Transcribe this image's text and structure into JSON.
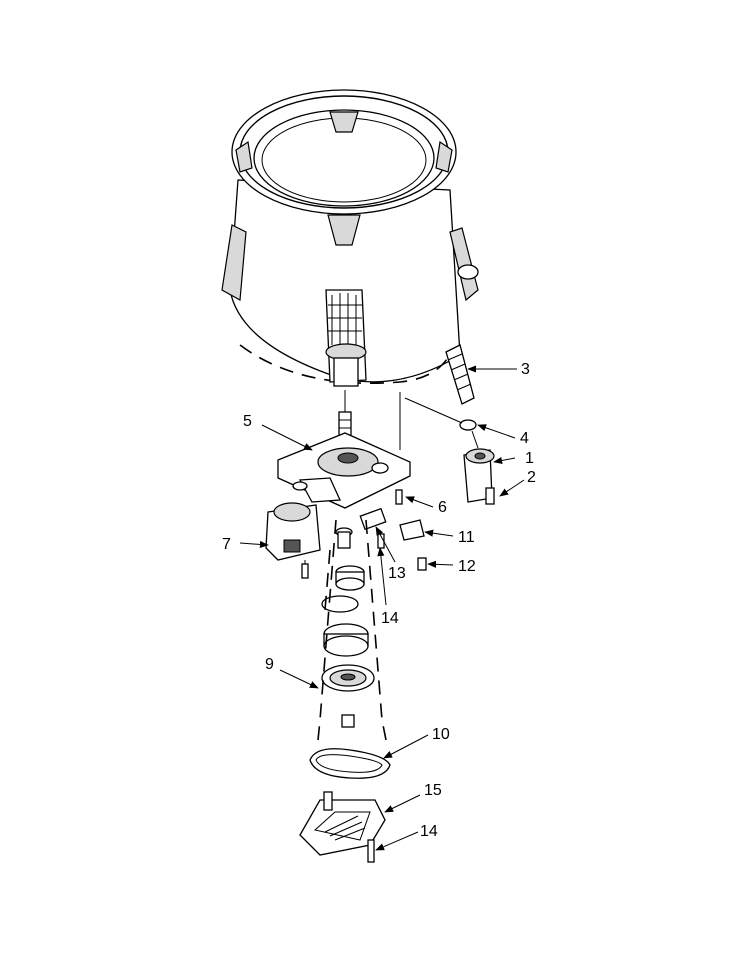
{
  "callouts": [
    {
      "id": "1",
      "text": "1"
    },
    {
      "id": "2",
      "text": "2"
    },
    {
      "id": "3",
      "text": "3"
    },
    {
      "id": "4",
      "text": "4"
    },
    {
      "id": "5",
      "text": "5"
    },
    {
      "id": "6",
      "text": "6"
    },
    {
      "id": "7",
      "text": "7"
    },
    {
      "id": "9",
      "text": "9"
    },
    {
      "id": "10",
      "text": "10"
    },
    {
      "id": "11",
      "text": "11"
    },
    {
      "id": "12",
      "text": "12"
    },
    {
      "id": "13",
      "text": "13"
    },
    {
      "id": "14a",
      "text": "14"
    },
    {
      "id": "14b",
      "text": "14"
    },
    {
      "id": "15",
      "text": "15"
    }
  ]
}
